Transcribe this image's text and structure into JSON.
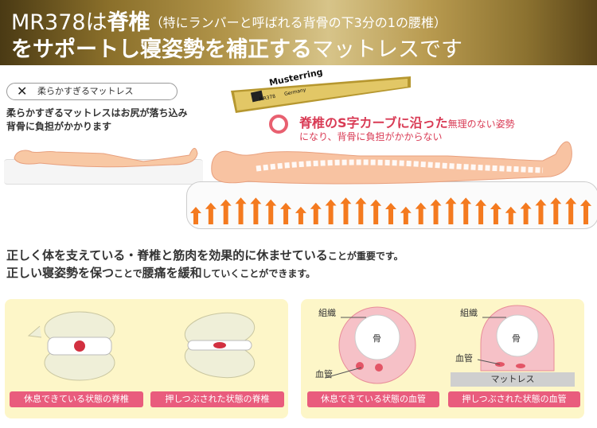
{
  "header": {
    "model": "MR378は",
    "spine": "脊椎",
    "note": "（特にランバーと呼ばれる背骨の下3分の1の腰椎）",
    "line2_a": "をサポートし",
    "line2_b": "寝姿勢を補正する",
    "line2_c": "マットレスです"
  },
  "soft": {
    "mark": "✕",
    "title": "柔らかすぎるマットレス",
    "desc1": "柔らかすぎるマットレスはお尻が落ち込み",
    "desc2": "背骨に負担がかかります"
  },
  "brand": {
    "name": "Musterring",
    "model": "MR378",
    "country": "Germany"
  },
  "good": {
    "bold": "脊椎のS字カーブに沿った",
    "rest": "無理のない姿勢",
    "line2": "になり、背骨に負担がかからない"
  },
  "statement": {
    "l1_bold": "正しく体を支えている・脊椎と筋肉を効果的に休ませている",
    "l1_rest": "ことが重要です。",
    "l2_a": "正しい寝姿勢を保つ",
    "l2_b": "ことで",
    "l2_c": "腰痛を緩和",
    "l2_d": "していくことができます。"
  },
  "panels": {
    "resting_spine": "休息できている状態の脊椎",
    "crushed_spine": "押しつぶされた状態の脊椎",
    "resting_vessel": "休息できている状態の血管",
    "crushed_vessel": "押しつぶされた状態の血管",
    "tissue": "組織",
    "bone": "骨",
    "vessel": "血管",
    "mattress": "マットレス"
  },
  "colors": {
    "accent_pink": "#e95c7d",
    "arrow_orange": "#f47a1f",
    "panel_bg": "#fdf6c8",
    "good_red": "#d93b55"
  }
}
